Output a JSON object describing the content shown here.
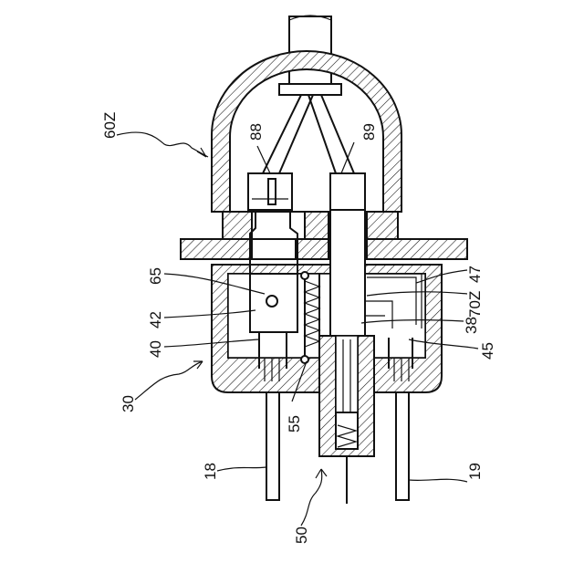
{
  "labels": {
    "n60z": "60Z",
    "n88": "88",
    "n89": "89",
    "n65": "65",
    "n42": "42",
    "n40": "40",
    "n30": "30",
    "n55": "55",
    "n18": "18",
    "n50": "50",
    "n19": "19",
    "n45": "45",
    "n38": "38",
    "n70z": "70Z",
    "n47": "47"
  }
}
